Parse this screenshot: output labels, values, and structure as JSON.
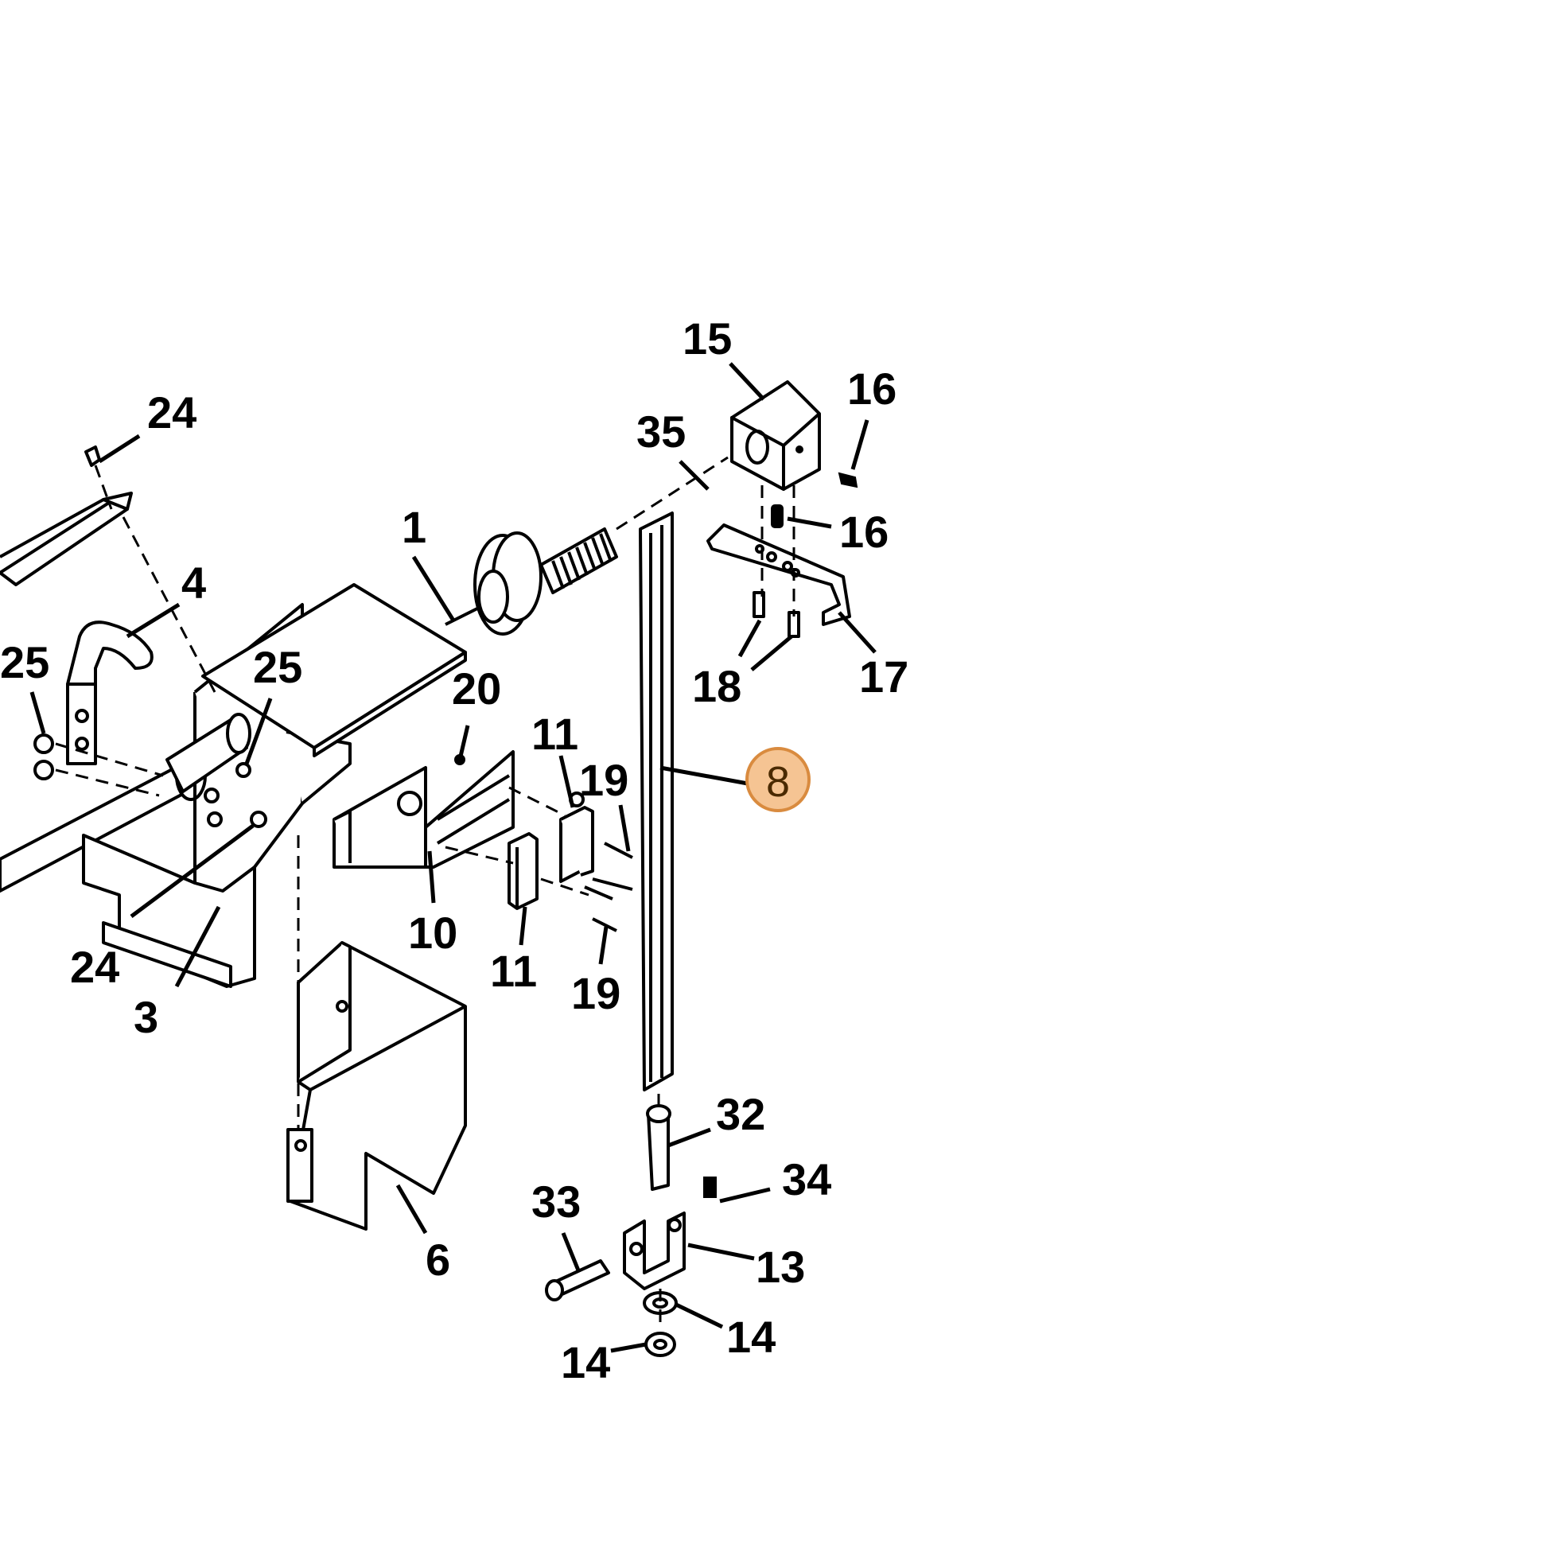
{
  "diagram": {
    "highlight_color": "#f5c493",
    "highlight_stroke": "#d98b3f",
    "callouts": [
      {
        "id": "c1",
        "label": "1"
      },
      {
        "id": "c3",
        "label": "3"
      },
      {
        "id": "c4",
        "label": "4"
      },
      {
        "id": "c6",
        "label": "6"
      },
      {
        "id": "c8",
        "label": "8",
        "highlighted": true
      },
      {
        "id": "c10",
        "label": "10"
      },
      {
        "id": "c11a",
        "label": "11"
      },
      {
        "id": "c11b",
        "label": "11"
      },
      {
        "id": "c13",
        "label": "13"
      },
      {
        "id": "c14a",
        "label": "14"
      },
      {
        "id": "c14b",
        "label": "14"
      },
      {
        "id": "c15",
        "label": "15"
      },
      {
        "id": "c16a",
        "label": "16"
      },
      {
        "id": "c16b",
        "label": "16"
      },
      {
        "id": "c17",
        "label": "17"
      },
      {
        "id": "c18",
        "label": "18"
      },
      {
        "id": "c19a",
        "label": "19"
      },
      {
        "id": "c19b",
        "label": "19"
      },
      {
        "id": "c20",
        "label": "20"
      },
      {
        "id": "c24a",
        "label": "24"
      },
      {
        "id": "c24b",
        "label": "24"
      },
      {
        "id": "c25a",
        "label": "25"
      },
      {
        "id": "c25b",
        "label": "25"
      },
      {
        "id": "c32",
        "label": "32"
      },
      {
        "id": "c33",
        "label": "33"
      },
      {
        "id": "c34",
        "label": "34"
      },
      {
        "id": "c35",
        "label": "35"
      }
    ]
  }
}
